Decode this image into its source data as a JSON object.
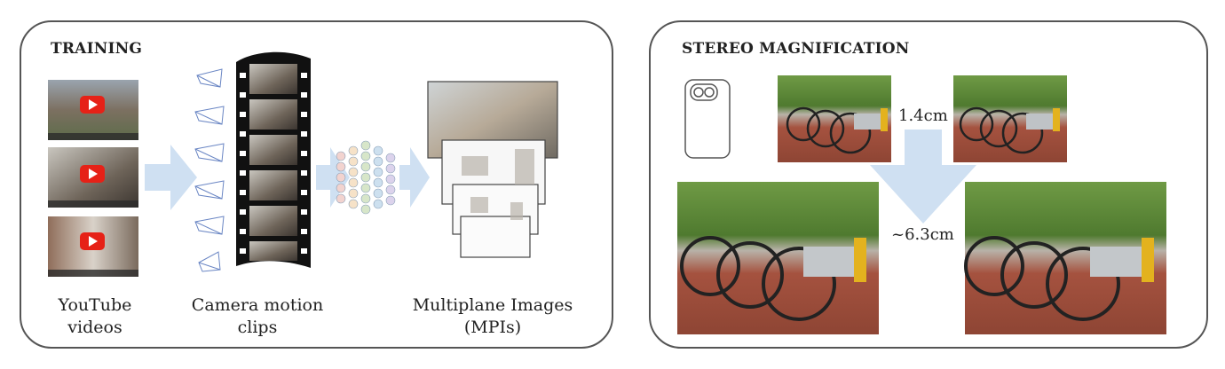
{
  "training": {
    "title": "TRAINING",
    "captions": {
      "youtube_line1": "YouTube",
      "youtube_line2": "videos",
      "camera_line1": "Camera motion",
      "camera_line2": "clips",
      "mpi_line1": "Multiplane Images",
      "mpi_line2": "(MPIs)"
    }
  },
  "stereo": {
    "title": "STEREO MAGNIFICATION",
    "baseline_small": "1.4cm",
    "baseline_large": "~6.3cm"
  },
  "colors": {
    "arrow": "#cfe0f2",
    "youtube_red": "#e62117",
    "panel_border": "#555555",
    "sky": "#e9edf2",
    "foliage": "#4f7a2f",
    "brick": "#a5523f",
    "bike_yellow": "#e3b21e"
  }
}
